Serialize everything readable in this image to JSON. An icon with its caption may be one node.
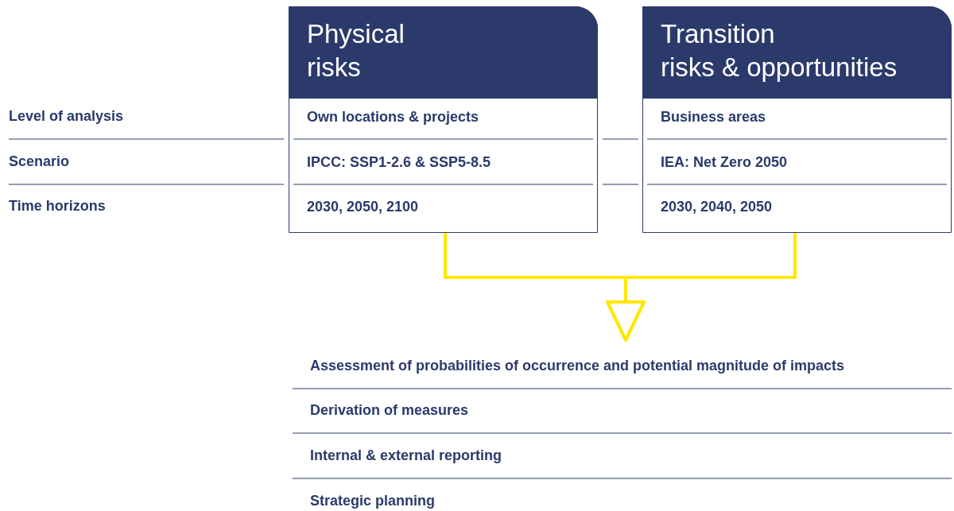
{
  "diagram": {
    "nodes": [
      {
        "text": [
          "Physical risks",
          "Own locations & projects",
          "IPCC: SSP1-2.6 & SSP5-8.5",
          "2030, 2050, 2100"
        ]
      },
      {
        "text": [
          "Transition risks & opportunities",
          "Business areas",
          "IEA: Net Zero 2050",
          "2030, 2040, 2050"
        ]
      },
      {
        "text": [
          "Assessment of probabilities of occurrence and potential magnitude of impacts",
          "Derivation of measures",
          "Internal & external reporting",
          "Strategic planning"
        ]
      }
    ],
    "edges": [
      {
        "from": 0,
        "to": 2,
        "arrow": "to"
      },
      {
        "from": 1,
        "to": 2,
        "arrow": "to"
      }
    ],
    "labels": [
      "Level of analysis",
      "Scenario",
      "Time horizons"
    ]
  }
}
